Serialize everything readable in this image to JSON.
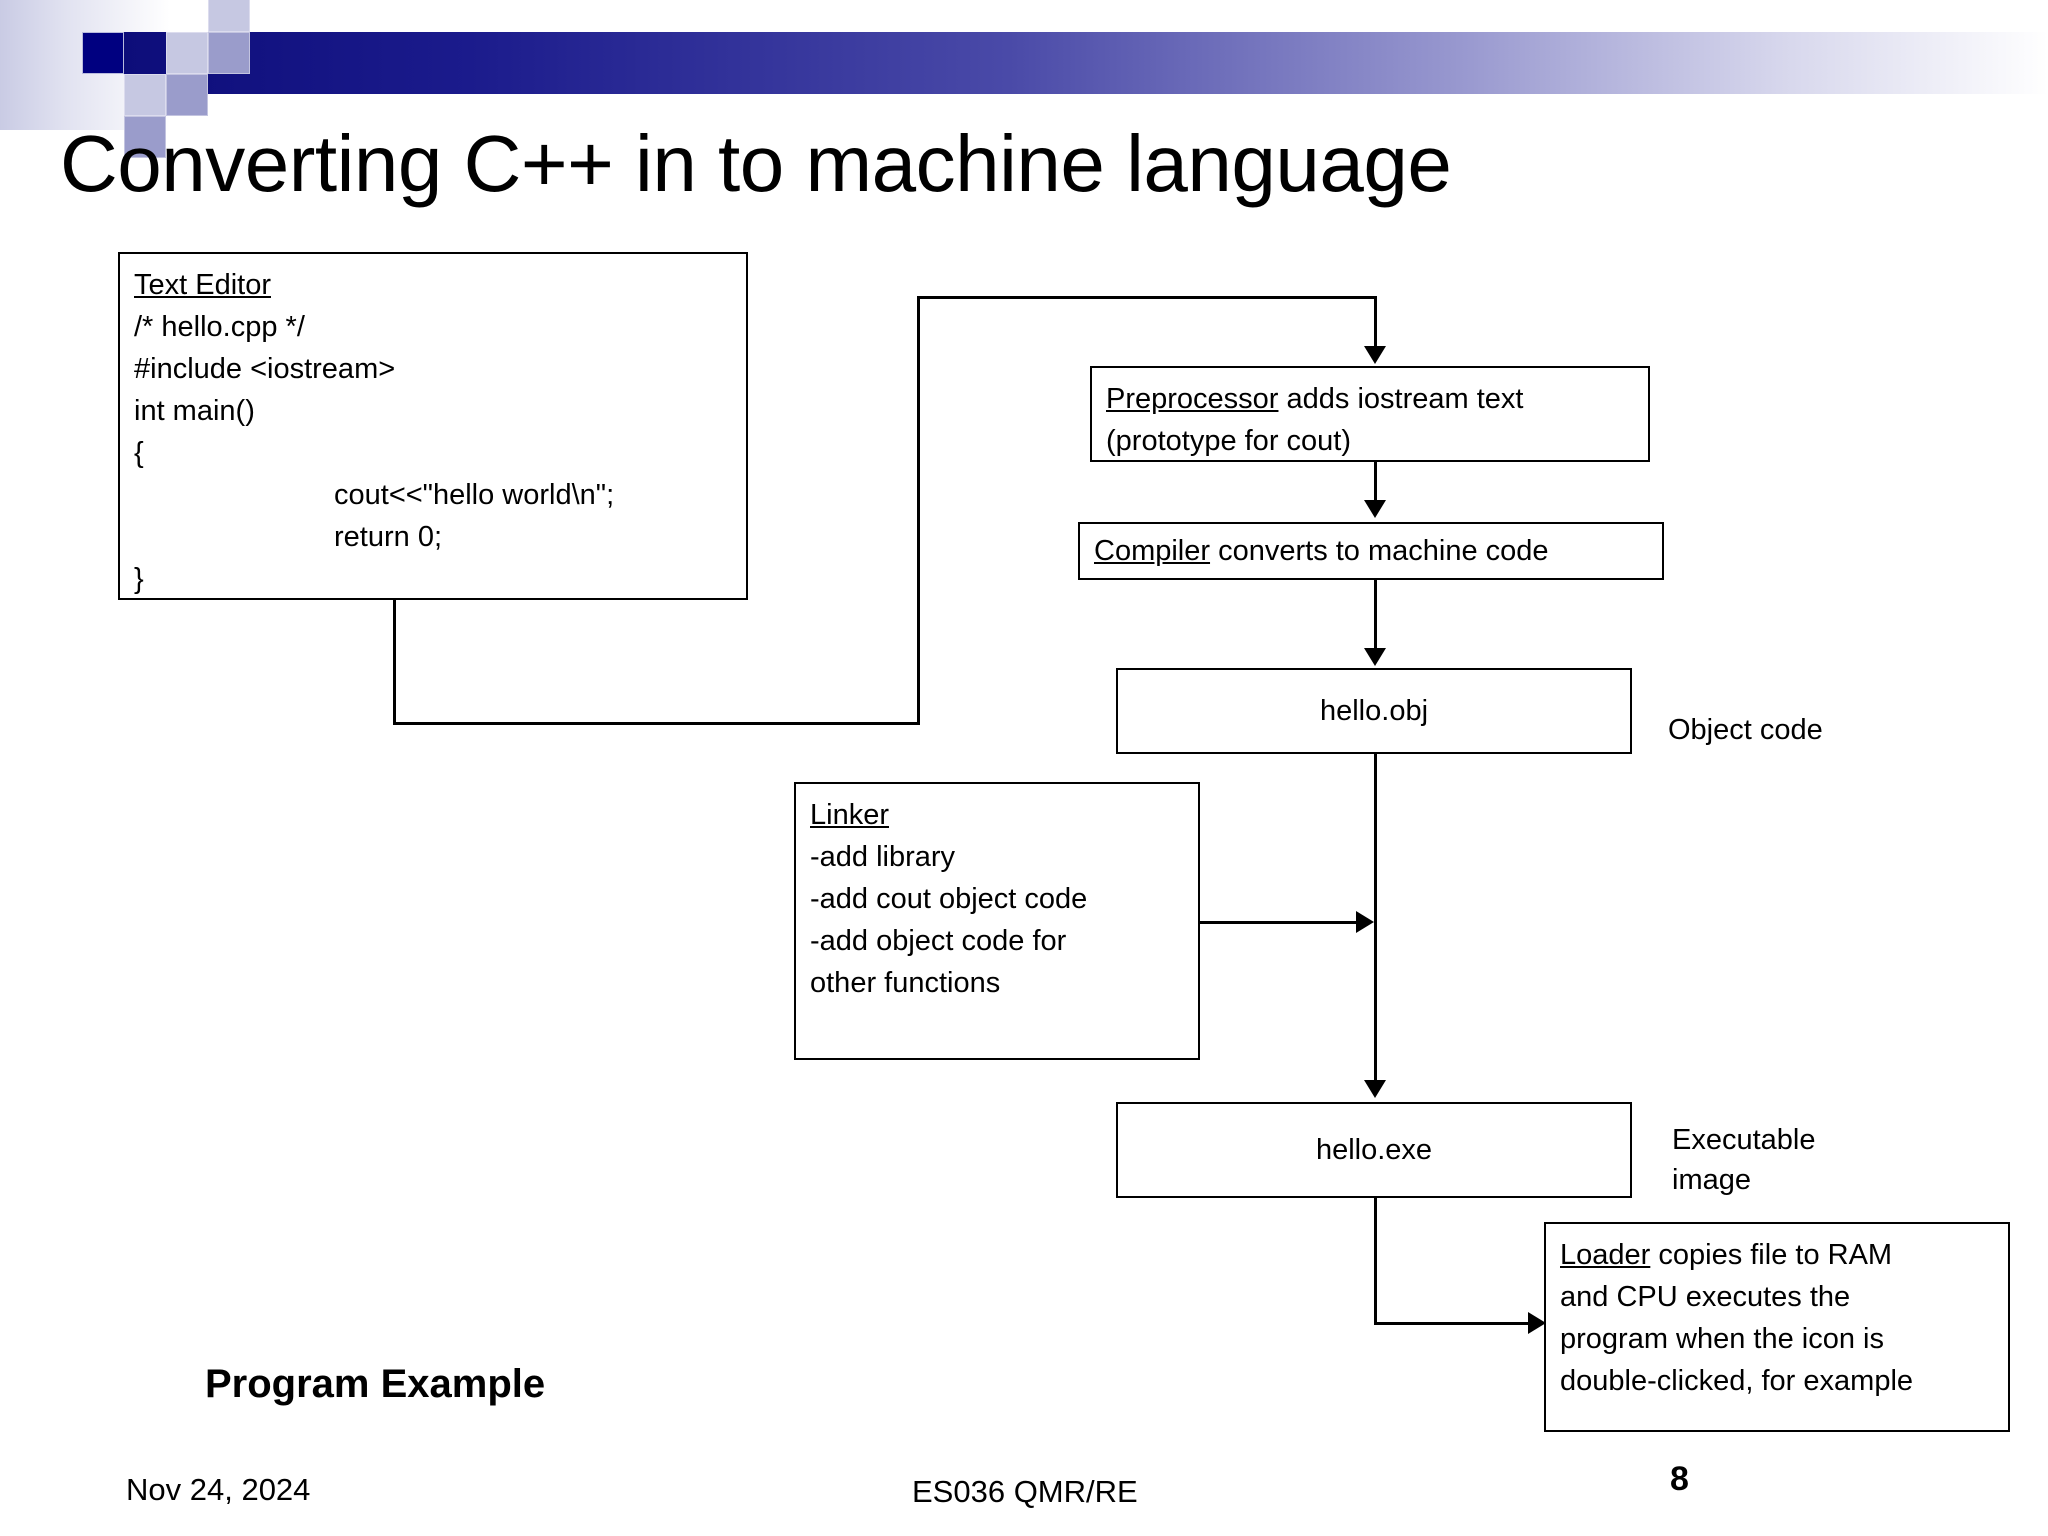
{
  "slide": {
    "title": "Converting C++ in to machine language",
    "program_example_label": "Program Example"
  },
  "text_editor": {
    "heading": "Text Editor",
    "lines": [
      "/* hello.cpp */",
      "#include <iostream>",
      "int main()",
      "{"
    ],
    "indented_lines": [
      "cout<<\"hello world\\n\";",
      "return 0;"
    ],
    "closing_line": "}"
  },
  "preprocessor": {
    "keyword": "Preprocessor",
    "rest": " adds iostream text",
    "line2": "(prototype for cout)"
  },
  "compiler": {
    "keyword": "Compiler",
    "rest": " converts to machine code"
  },
  "obj": {
    "name": "hello.obj",
    "side_label": "Object code"
  },
  "linker": {
    "heading": "Linker",
    "lines": [
      "-add library",
      "-add cout object code",
      "-add object code for",
      "other functions"
    ]
  },
  "exe": {
    "name": "hello.exe",
    "side_label": "Executable\nimage"
  },
  "loader": {
    "keyword": "Loader",
    "rest": " copies file to RAM",
    "line2": "and CPU executes  the",
    "line3": "program when the icon is",
    "line4": "double-clicked, for example"
  },
  "footer": {
    "date": "Nov 24, 2024",
    "center": "ES036 QMR/RE",
    "page": "8"
  },
  "colors": {
    "accent_dark": "#000080",
    "accent_mid": "#9a9ccb",
    "accent_light": "#c6c8e2"
  }
}
